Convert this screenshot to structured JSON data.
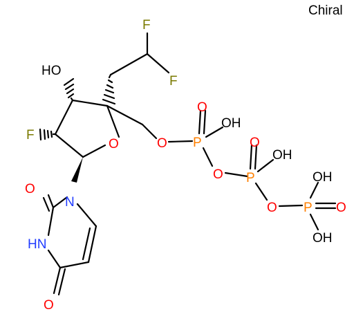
{
  "chiral_label": "Chiral",
  "colors": {
    "carbon_bond": "#000000",
    "fluorine": "#7a7a00",
    "oxygen": "#ff0000",
    "nitrogen": "#1f3bff",
    "phosphorus": "#ff8000",
    "hydrogen_text": "#000000"
  },
  "atoms": {
    "F_top": "F",
    "F_right": "F",
    "HO_ring": "HO",
    "F_ring": "F",
    "O_ring": "O",
    "O_link1": "O",
    "O_link2": "O",
    "O_link3": "O",
    "P1": "P",
    "P2": "P",
    "P3": "P",
    "O_P1": "O",
    "O_P2": "O",
    "O_P3": "O",
    "OH_P1": "OH",
    "OH_P2": "OH",
    "OH_P3_top": "OH",
    "OH_P3_bottom": "OH",
    "N1": "N",
    "NH": "HN",
    "O_C2": "O",
    "O_C4": "O"
  }
}
